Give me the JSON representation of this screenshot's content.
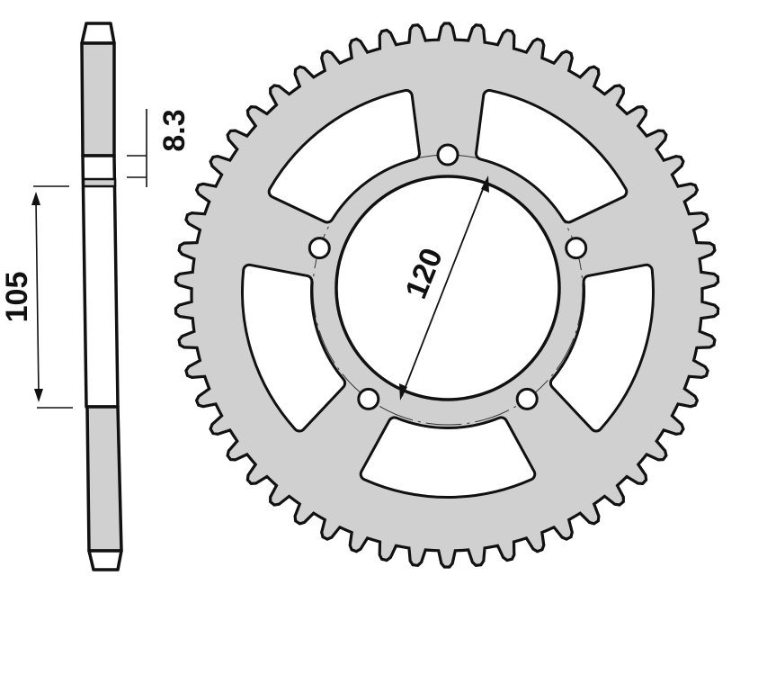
{
  "drawing": {
    "dimensions": {
      "bolt_circle_diameter": "120",
      "center_to_hub_offset": "105",
      "thickness": "8.3"
    },
    "sprocket": {
      "bolt_holes": 5,
      "lightening_windows": 5
    },
    "colors": {
      "fill": "#d0d0d0",
      "outline": "#111111",
      "background": "#ffffff"
    }
  }
}
